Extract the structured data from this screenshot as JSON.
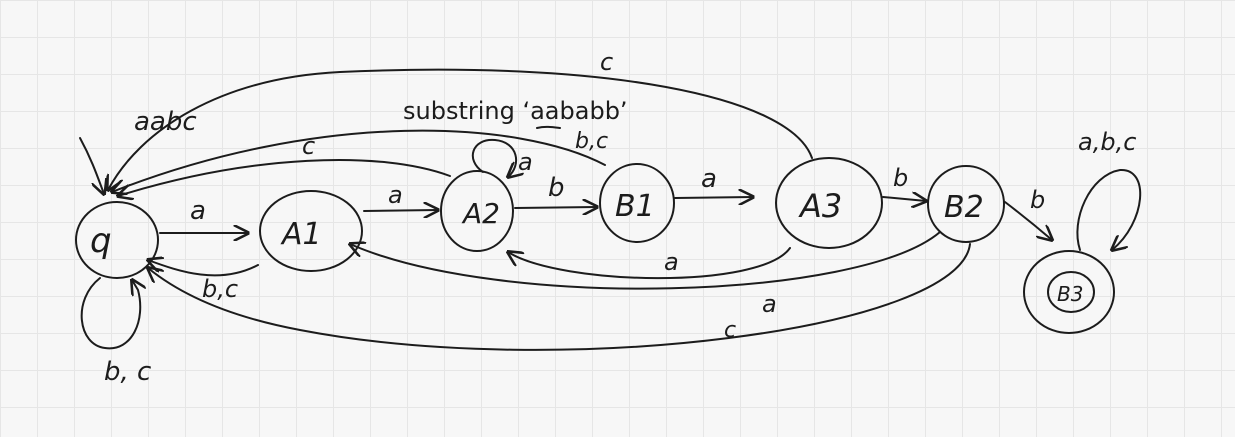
{
  "title": "substring ‘aababb’",
  "states": {
    "q0": "q",
    "a1": "A1",
    "a2": "A2",
    "b1": "B1",
    "a3": "A3",
    "b2": "B2",
    "b3": "B3"
  },
  "transitions": {
    "q0_to_a1": "a",
    "a1_to_a2": "a",
    "a2_to_b1": "b",
    "b1_to_a3": "a",
    "a3_to_b2": "b",
    "b2_to_b3": "b",
    "q0_self": "b, c",
    "a2_self": "a",
    "b3_self": "a,b,c",
    "a1_back": "b,c",
    "a2_back": "c",
    "b1_back": "b,c",
    "a3_back": "c",
    "a3_to_a2": "a",
    "b2_to_a1": "a",
    "b2_to_q0": "c",
    "start": "aabc"
  }
}
